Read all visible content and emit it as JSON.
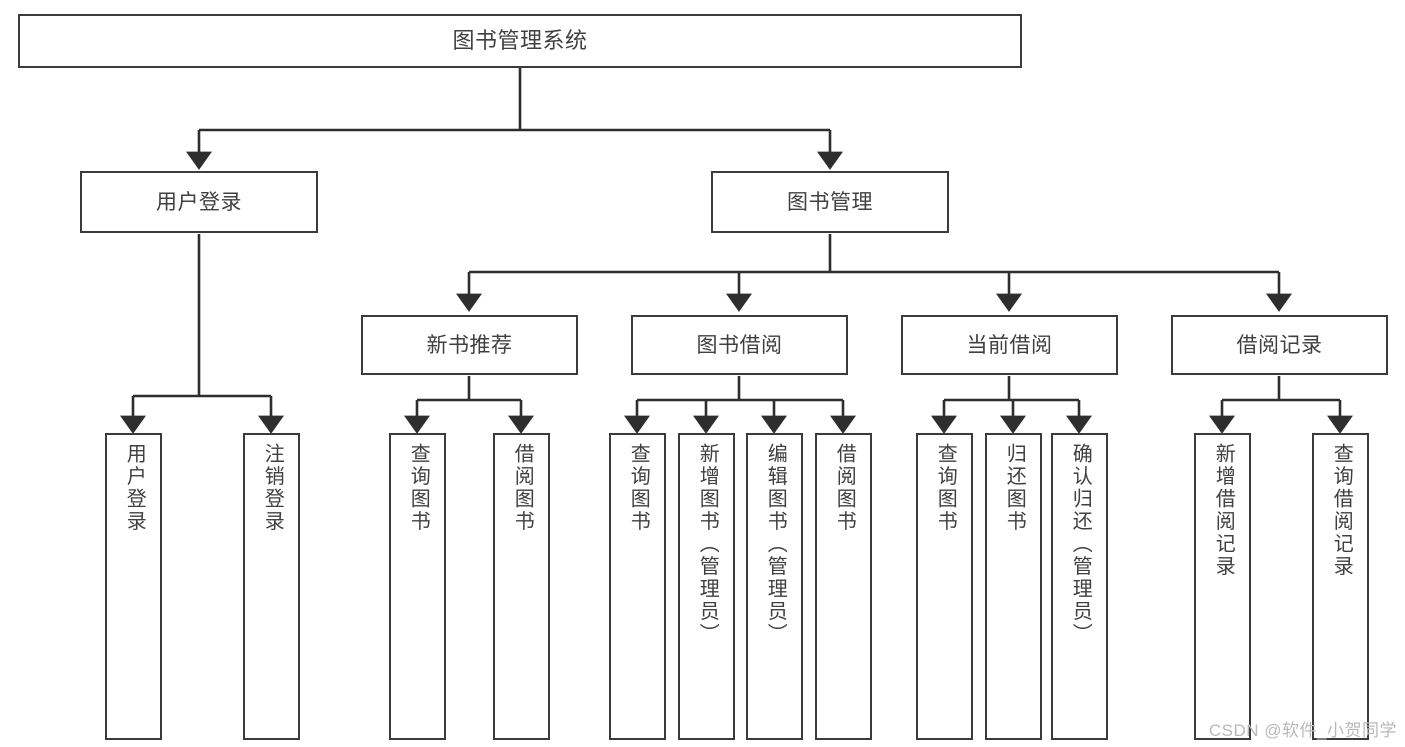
{
  "diagram": {
    "title": "图书管理系统",
    "watermark": "CSDN @软件_小贺同学",
    "colors": {
      "background": "#ffffff",
      "box_border": "#3b3b3b",
      "connector": "#2e2e2e",
      "text": "#404040",
      "watermark": "#b9b9b9"
    },
    "nodes": {
      "root": {
        "label": "图书管理系统"
      },
      "level2": [
        {
          "label": "用户登录"
        },
        {
          "label": "图书管理"
        }
      ],
      "level3": [
        {
          "label": "新书推荐"
        },
        {
          "label": "图书借阅"
        },
        {
          "label": "当前借阅"
        },
        {
          "label": "借阅记录"
        }
      ],
      "leaves": {
        "user_login": [
          {
            "label": "用户登录"
          },
          {
            "label": "注销登录"
          }
        ],
        "new_book": [
          {
            "label": "查询图书"
          },
          {
            "label": "借阅图书"
          }
        ],
        "book_borrow": [
          {
            "label": "查询图书"
          },
          {
            "label": "新增图书（管理员）"
          },
          {
            "label": "编辑图书（管理员）"
          },
          {
            "label": "借阅图书"
          }
        ],
        "current_borrow": [
          {
            "label": "查询图书"
          },
          {
            "label": "归还图书"
          },
          {
            "label": "确认归还（管理员）"
          }
        ],
        "borrow_record": [
          {
            "label": "新增借阅记录"
          },
          {
            "label": "查询借阅记录"
          }
        ]
      }
    }
  }
}
